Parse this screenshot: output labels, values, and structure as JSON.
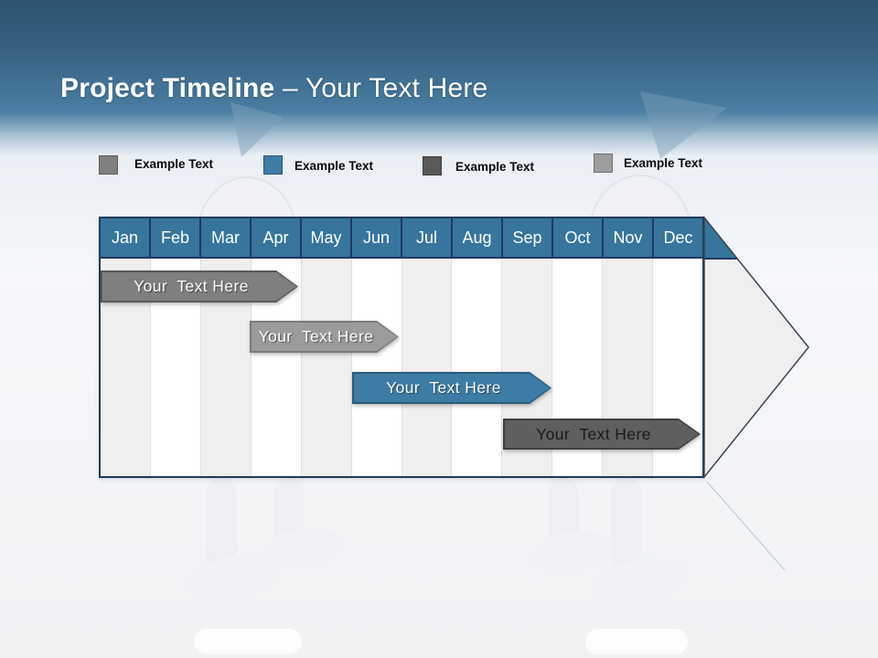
{
  "header": {
    "title_bold": "Project Timeline",
    "title_rest": "– Your Text Here"
  },
  "legend": {
    "items": [
      {
        "label": "Example Text",
        "swatch_color": "#808080",
        "swatch_border": "#5a5a5a"
      },
      {
        "label": "Example Text",
        "swatch_color": "#3d7ca4",
        "swatch_border": "#27577a"
      },
      {
        "label": "Example Text",
        "swatch_color": "#595959",
        "swatch_border": "#3b3b3b"
      },
      {
        "label": "Example Text",
        "swatch_color": "#9d9d9d",
        "swatch_border": "#6e6e6e"
      }
    ]
  },
  "timeline": {
    "months": [
      "Jan",
      "Feb",
      "Mar",
      "Apr",
      "May",
      "Jun",
      "Jul",
      "Aug",
      "Sep",
      "Oct",
      "Nov",
      "Dec"
    ],
    "header_fill": "#37759d",
    "header_border": "#1f3864",
    "stripe_fill": "#efefef",
    "arrowhead_fill": "#efefef",
    "bars": [
      {
        "label": "Your  Text Here",
        "fill": "#7f7f7f",
        "border": "#595959",
        "text_color": "#ffffff",
        "start_month": "Jan",
        "end_month": "Apr"
      },
      {
        "label": "Your  Text Here",
        "fill": "#9b9b9b",
        "border": "#7a7a7a",
        "text_color": "#ffffff",
        "start_month": "Apr",
        "end_month": "Jun"
      },
      {
        "label": "Your  Text Here",
        "fill": "#3d7ca4",
        "border": "#2a5a79",
        "text_color": "#ffffff",
        "start_month": "Jun",
        "end_month": "Sep"
      },
      {
        "label": "Your  Text Here",
        "fill": "#5f5f5f",
        "border": "#3e3e3e",
        "text_color": "#1a1a1a",
        "start_month": "Sep",
        "end_month": "Dec"
      }
    ]
  }
}
